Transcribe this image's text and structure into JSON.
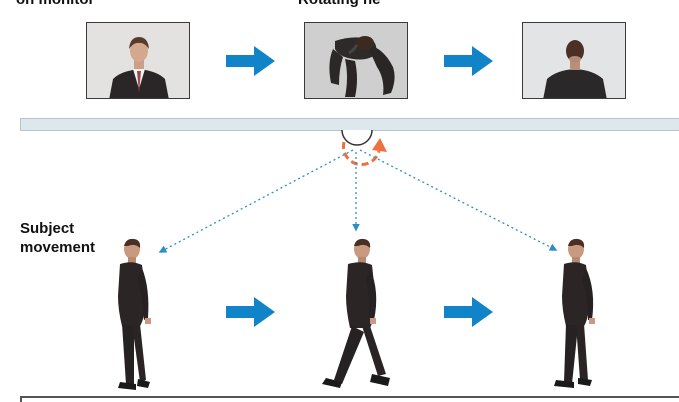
{
  "labels": {
    "monitor": "on monitor",
    "rotating": "Rotating he",
    "subject_movement_line1": "Subject",
    "subject_movement_line2": "movement"
  },
  "colors": {
    "flow_arrow": "#1183c8",
    "sight_line": "#2a8ec9",
    "rotation_marker": "#ee7040",
    "ceiling": "#dde7ee"
  },
  "icons": [
    "right-arrow-icon",
    "camera-dome-icon",
    "rotation-arrow-icon",
    "sight-line-arrow-icon"
  ]
}
